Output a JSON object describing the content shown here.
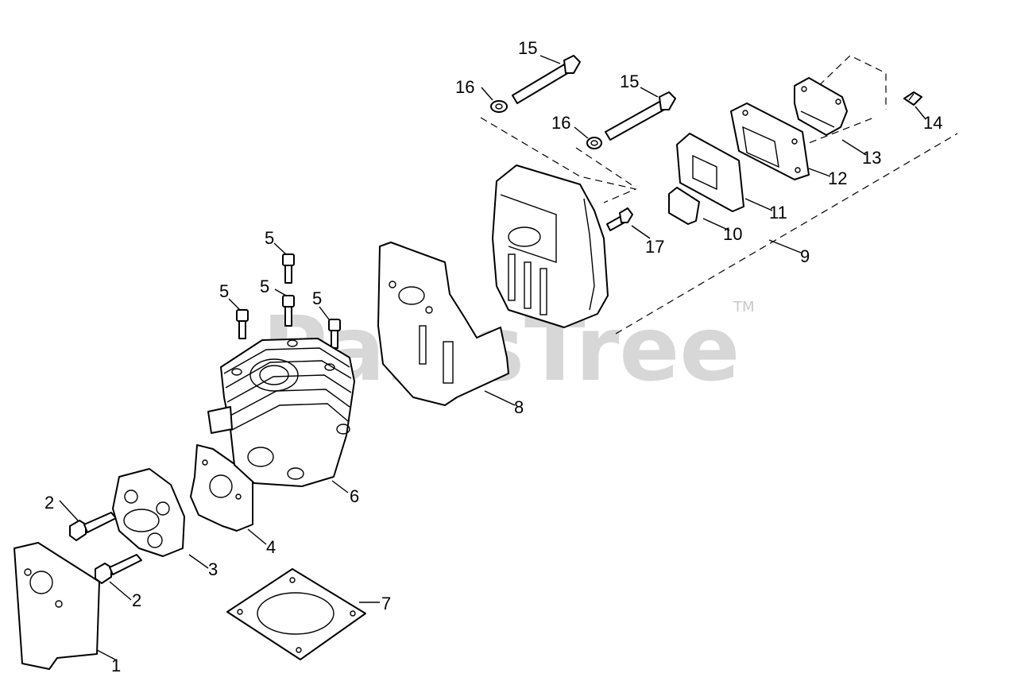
{
  "watermark": {
    "text": "PartsTree",
    "trademark": "TM"
  },
  "callouts": {
    "c1": "1",
    "c2a": "2",
    "c2b": "2",
    "c3": "3",
    "c4": "4",
    "c5a": "5",
    "c5b": "5",
    "c5c": "5",
    "c5d": "5",
    "c6": "6",
    "c7": "7",
    "c8": "8",
    "c9": "9",
    "c10": "10",
    "c11": "11",
    "c12": "12",
    "c13": "13",
    "c14": "14",
    "c15a": "15",
    "c15b": "15",
    "c16a": "16",
    "c16b": "16",
    "c17": "17"
  }
}
